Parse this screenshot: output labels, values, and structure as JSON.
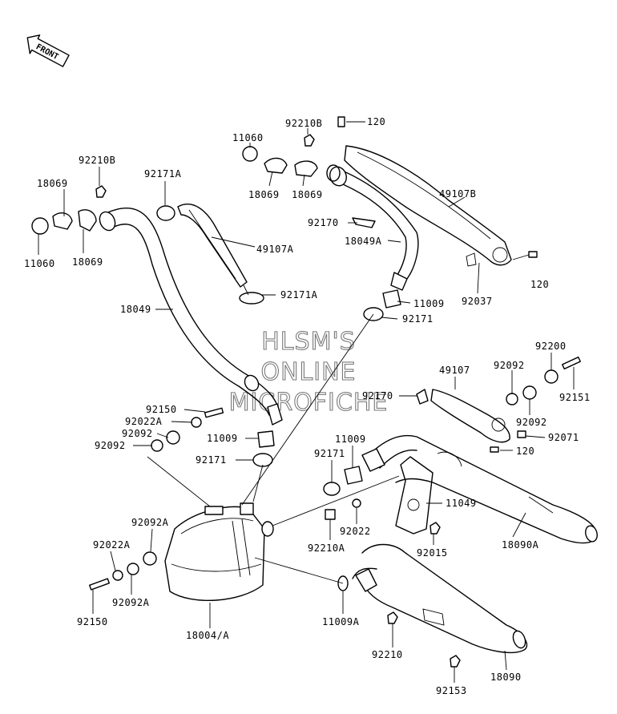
{
  "front_label": "FRONT",
  "watermark": [
    "HLSM'S",
    "ONLINE",
    "MICROFICHE"
  ],
  "labels": {
    "l11060_top": "11060",
    "l92210B_top": "92210B",
    "l120_top": "120",
    "l18069_a": "18069",
    "l18069_b": "18069",
    "l92210B_left": "92210B",
    "l18069_c": "18069",
    "l92171A_top": "92171A",
    "l49107B": "49107B",
    "l92170_top": "92170",
    "l18049A": "18049A",
    "l49107A": "49107A",
    "l11060_left": "11060",
    "l18069_d": "18069",
    "l120_mid": "120",
    "l92037": "92037",
    "l92171A_bot": "92171A",
    "l11009_top": "11009",
    "l18049": "18049",
    "l92171_top": "92171",
    "l92200": "92200",
    "l49107": "49107",
    "l92092_r1": "92092",
    "l92151": "92151",
    "l92170_mid": "92170",
    "l92150_top": "92150",
    "l92092_r2": "92092",
    "l92022A_top": "92022A",
    "l92071": "92071",
    "l92092_l1": "92092",
    "l11009_mid": "11009",
    "l11009_right": "11009",
    "l92092_l2": "92092",
    "l120_bot": "120",
    "l92171_mid": "92171",
    "l92171_right": "92171",
    "l11049": "11049",
    "l92022": "92022",
    "l92092A_top": "92092A",
    "l92210A": "92210A",
    "l92015": "92015",
    "l18090A": "18090A",
    "l92022A_bot": "92022A",
    "l92092A_bot": "92092A",
    "l92150_bot": "92150",
    "l18004A": "18004/A",
    "l11009A": "11009A",
    "l92210": "92210",
    "l18090": "18090",
    "l92153": "92153"
  }
}
